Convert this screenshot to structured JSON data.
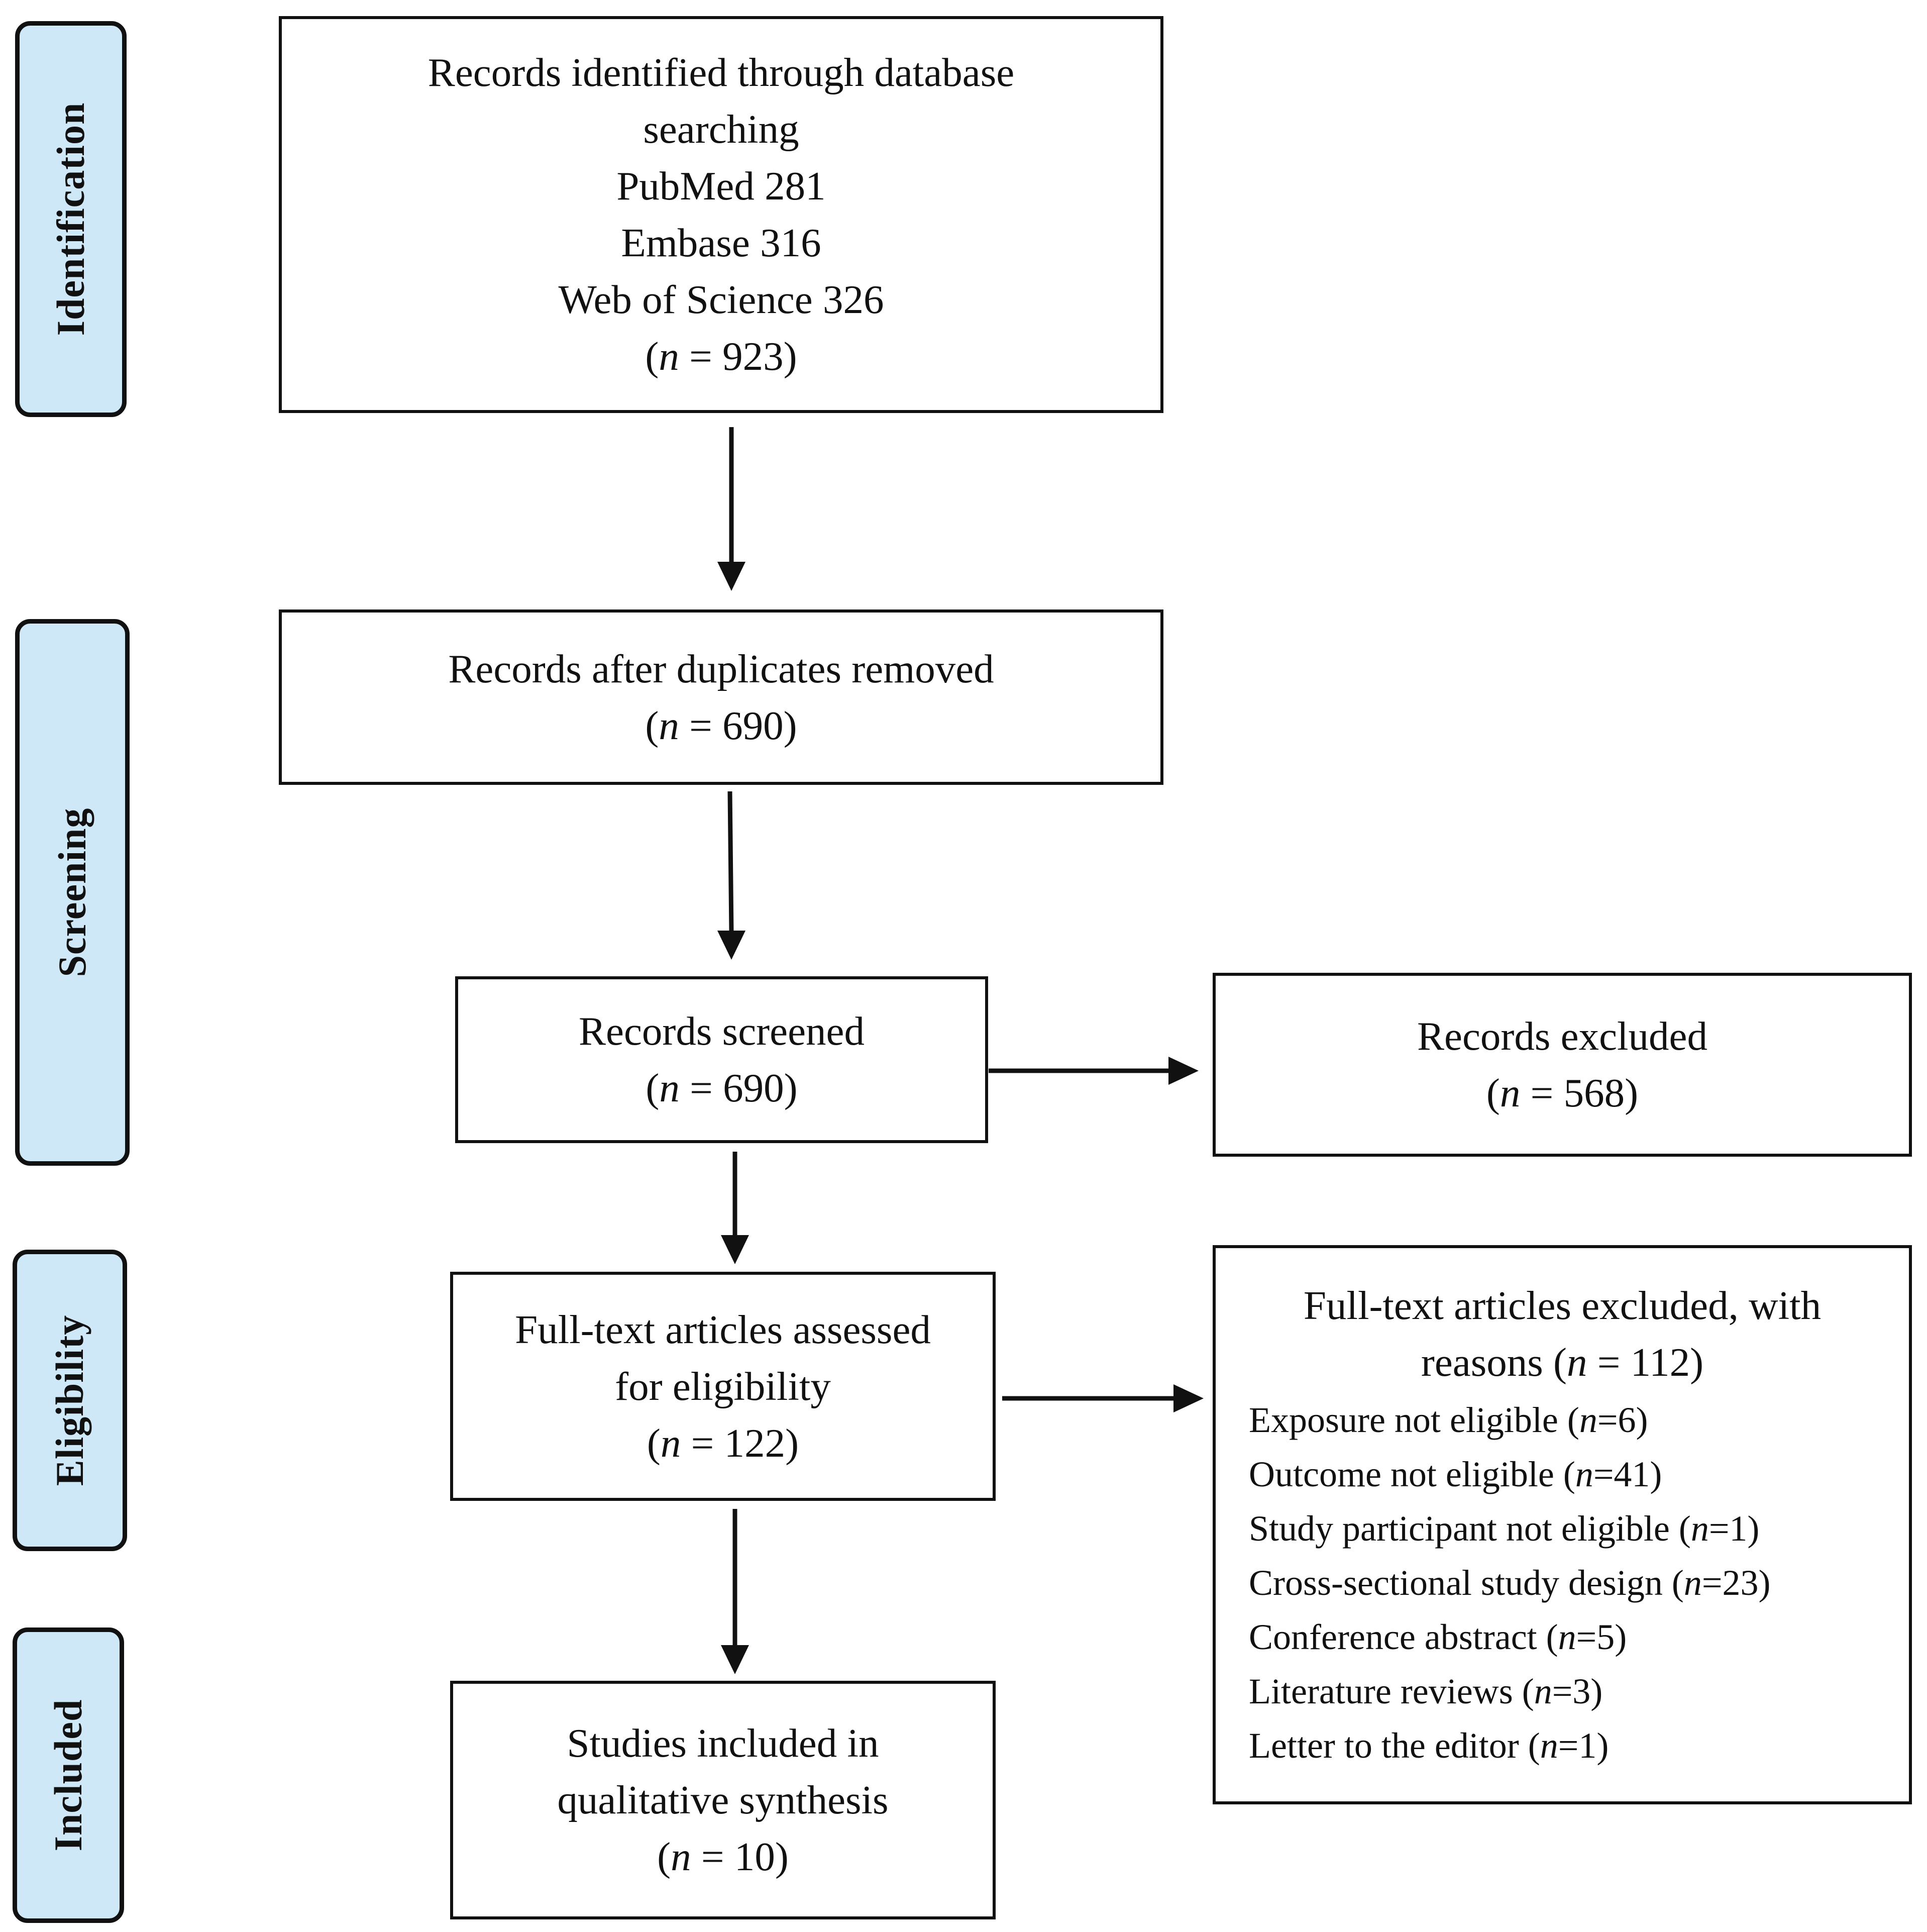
{
  "phases": {
    "identification": "Identification",
    "screening": "Screening",
    "eligibility": "Eligibility",
    "included": "Included"
  },
  "boxes": {
    "identified": {
      "line1": "Records identified through database",
      "line2": "searching",
      "line3": "PubMed 281",
      "line4": "Embase 316",
      "line5": "Web of Science 326",
      "count_prefix": "(",
      "count_n": "n",
      "count_suffix": " = 923)"
    },
    "after_duplicates": {
      "line1": "Records after duplicates removed",
      "count_prefix": "(",
      "count_n": "n",
      "count_suffix": " = 690)"
    },
    "screened": {
      "line1": "Records screened",
      "count_prefix": "(",
      "count_n": "n",
      "count_suffix": " = 690)"
    },
    "excluded": {
      "line1": "Records excluded",
      "count_prefix": "(",
      "count_n": "n",
      "count_suffix": " = 568)"
    },
    "fulltext_assessed": {
      "line1": "Full-text articles assessed",
      "line2": "for eligibility",
      "count_prefix": "(",
      "count_n": "n",
      "count_suffix": " = 122)"
    },
    "fulltext_excluded": {
      "line1": "Full-text articles excluded, with",
      "line2_prefix": "reasons (",
      "line2_n": "n",
      "line2_suffix": " = 112)",
      "reasons": [
        {
          "label": "Exposure not eligible (",
          "n": "n",
          "value": "=6)"
        },
        {
          "label": "Outcome not eligible (",
          "n": "n",
          "value": "=41)"
        },
        {
          "label": "Study participant not eligible (",
          "n": "n",
          "value": "=1)"
        },
        {
          "label": "Cross-sectional study design (",
          "n": "n",
          "value": "=23)"
        },
        {
          "label": "Conference abstract (",
          "n": "n",
          "value": "=5)"
        },
        {
          "label": "Literature reviews (",
          "n": "n",
          "value": "=3)"
        },
        {
          "label": "Letter to the editor (",
          "n": "n",
          "value": "=1)"
        }
      ]
    },
    "included": {
      "line1": "Studies included in",
      "line2": "qualitative synthesis",
      "count_prefix": "(",
      "count_n": "n",
      "count_suffix": " = 10)"
    }
  },
  "colors": {
    "phase_fill": "#cfe8f8",
    "stroke": "#111111",
    "box_fill": "#ffffff"
  }
}
